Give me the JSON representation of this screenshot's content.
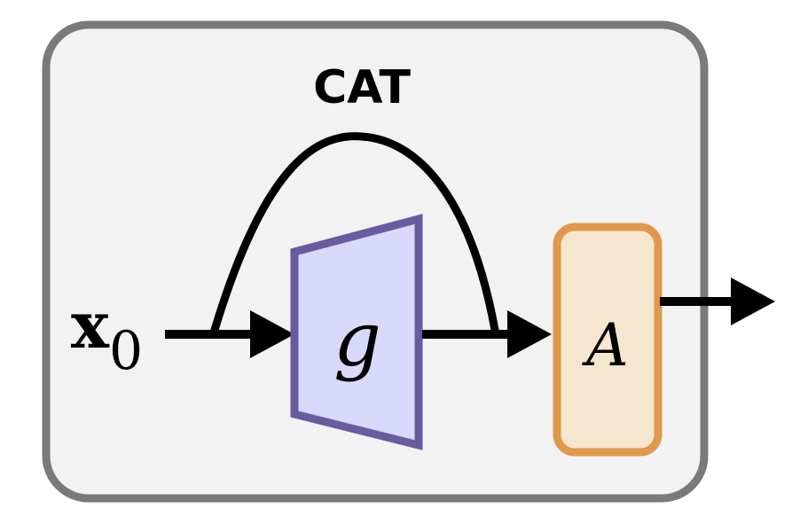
{
  "diagram": {
    "title": "CAT",
    "input_label": {
      "main": "x",
      "subscript": "0"
    },
    "encoder_label": "g",
    "block_label": "A",
    "colors": {
      "frame_fill": "#f2f2f2",
      "frame_stroke": "#7a7a7a",
      "encoder_fill": "#d9d9fb",
      "encoder_stroke": "#6a5a9e",
      "block_fill": "#f7e6cf",
      "block_stroke": "#e0984c",
      "arrow": "#000000"
    }
  }
}
